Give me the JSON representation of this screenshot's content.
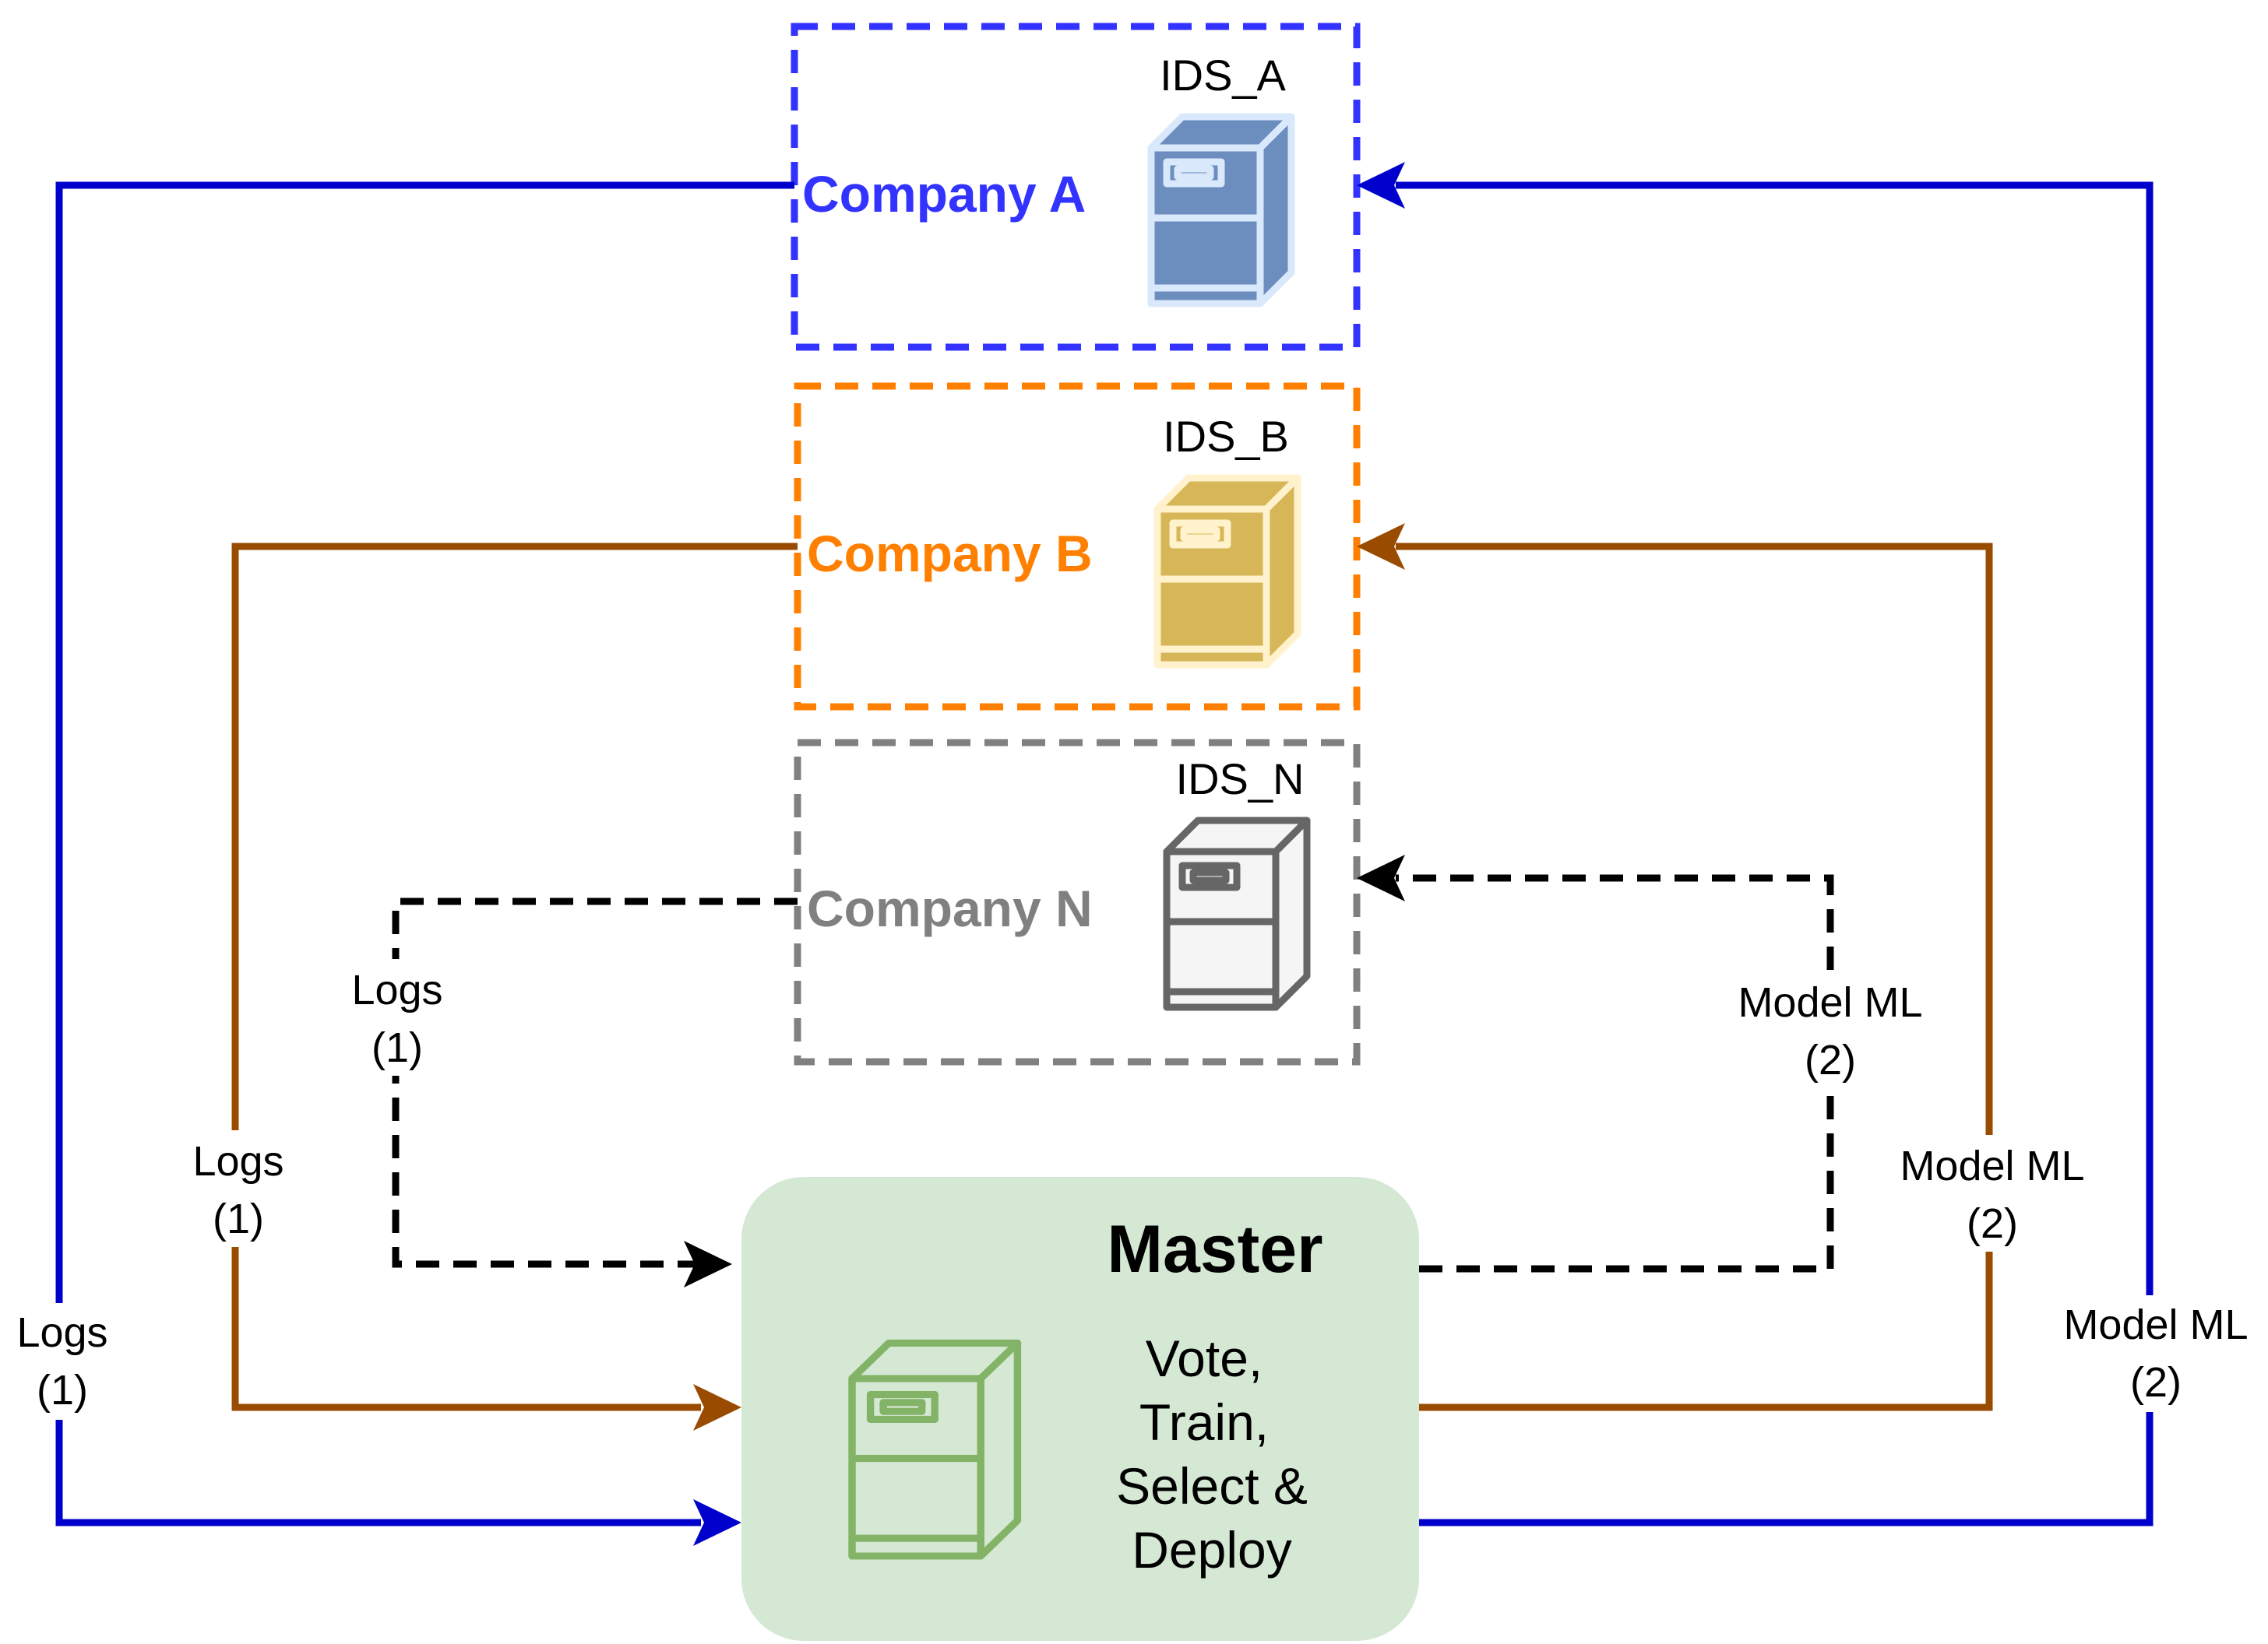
{
  "companies": [
    {
      "name": "Company A",
      "ids": "IDS_A",
      "color": "#3333ff"
    },
    {
      "name": "Company B",
      "ids": "IDS_B",
      "color": "#ff8000"
    },
    {
      "name": "Company N",
      "ids": "IDS_N",
      "color": "#808080"
    }
  ],
  "master": {
    "title": "Master",
    "lines": [
      "Vote,",
      "Train,",
      "Select &",
      "Deploy"
    ],
    "fill": "#d5e8d4"
  },
  "edges": {
    "logs_line1": "Logs",
    "logs_line2": "(1)",
    "model_line1": "Model ML",
    "model_line2": "(2)"
  },
  "colors": {
    "company_a_arrows": "#0000cc",
    "company_b_arrows": "#994c00",
    "company_n_arrows": "#000000",
    "server_a": "#6c8ebf",
    "server_b": "#d6b656",
    "server_n": "#f5f5f5",
    "server_master": "#82b366"
  }
}
